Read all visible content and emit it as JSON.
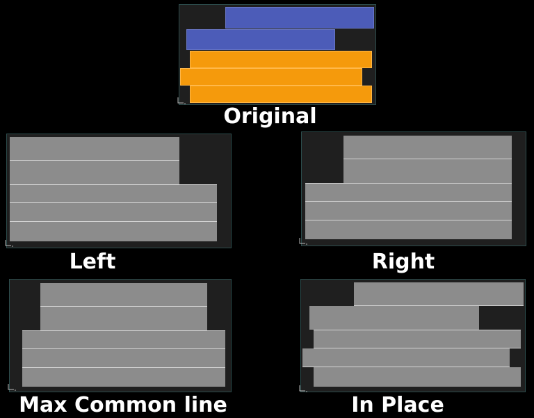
{
  "colors": {
    "background": "#000000",
    "viewport": "#1f1f1f",
    "viewport_border": "#2c4c4c",
    "blue": "#4c5cb8",
    "orange": "#f59a0c",
    "gray": "#8c8c8c",
    "separator": "#d4d4d4",
    "caption": "#ffffff"
  },
  "panels": [
    {
      "key": "original",
      "label": "Original"
    },
    {
      "key": "left",
      "label": "Left"
    },
    {
      "key": "right",
      "label": "Right"
    },
    {
      "key": "max_common",
      "label": "Max Common line"
    },
    {
      "key": "in_place",
      "label": "In Place"
    }
  ]
}
